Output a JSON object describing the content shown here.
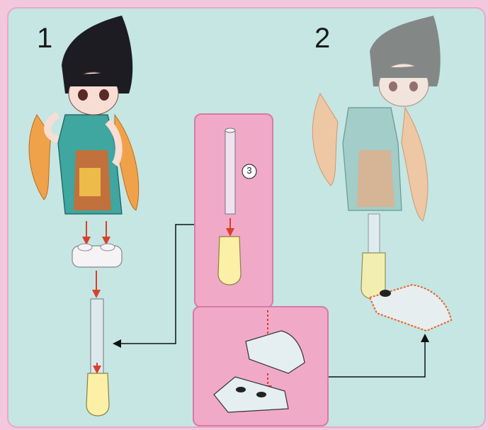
{
  "steps": {
    "step1_number": "1",
    "step2_number": "2",
    "callout_number": "3"
  },
  "colors": {
    "panel_bg": "#c5e6e3",
    "callout_bg": "#f1a9c8",
    "arrow_red": "#d9402a",
    "highlight_orange": "#e8642a"
  }
}
